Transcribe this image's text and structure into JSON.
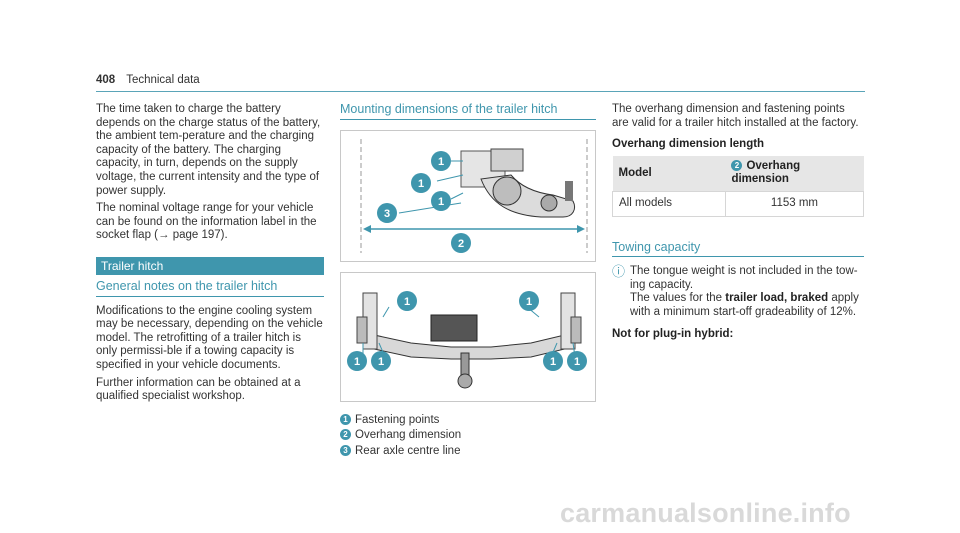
{
  "header": {
    "page_number": "408",
    "section": "Technical data"
  },
  "col1": {
    "para1": "The time taken to charge the battery depends on the charge status of the battery, the ambient tem-perature and the charging capacity of the battery. The charging capacity, in turn, depends on the supply voltage, the current intensity and the type of power supply.",
    "para2": "The nominal voltage range for your vehicle can be found on the information label in the socket flap (→ page 197).",
    "band_title": "Trailer hitch",
    "subhead": "General notes on the trailer hitch",
    "para3": "Modifications to the engine cooling system may be necessary, depending on the vehicle model. The retrofitting of a trailer hitch is only permissi-ble if a towing capacity is specified in your vehicle documents.",
    "para4": "Further information can be obtained at a qualified specialist workshop."
  },
  "col2": {
    "subhead": "Mounting dimensions of the trailer hitch",
    "callouts": {
      "one": "1",
      "two": "2",
      "three": "3"
    },
    "legend": [
      {
        "num": "1",
        "label": "Fastening points"
      },
      {
        "num": "2",
        "label": "Overhang dimension"
      },
      {
        "num": "3",
        "label": "Rear axle centre line"
      }
    ]
  },
  "col3": {
    "para1": "The overhang dimension and fastening points are valid for a trailer hitch installed at the factory.",
    "table_title": "Overhang dimension length",
    "table": {
      "col1_header": "Model",
      "col2_num": "2",
      "col2_header": "Overhang dimension",
      "row_model": "All models",
      "row_value": "1153 mm"
    },
    "subhead": "Towing capacity",
    "note_icon": "info-icon",
    "note_line1": "The tongue weight is not included in the tow-ing capacity.",
    "note_pre": "The values for the ",
    "note_bold": "trailer load, braked",
    "note_post": " apply with a minimum start-off gradeability of 12%.",
    "bold_heading": "Not for plug-in hybrid:"
  },
  "watermark": "carmanualsonline.info",
  "colors": {
    "accent": "#3f96ad",
    "rule": "#5aa4b8"
  }
}
